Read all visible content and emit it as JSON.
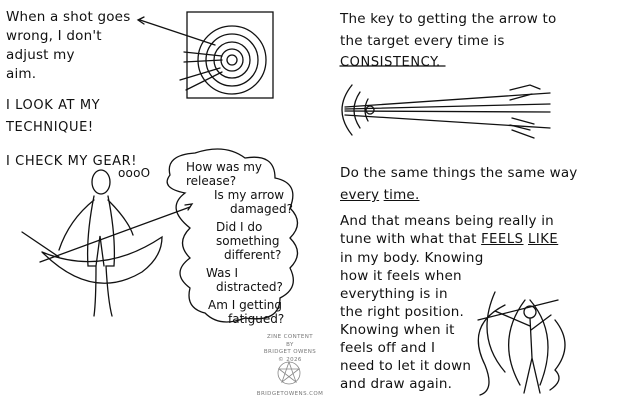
{
  "left": {
    "intro": [
      "When a shot goes",
      "wrong, I don't",
      "adjust my",
      "aim."
    ],
    "technique": [
      "I LOOK AT MY",
      "TECHNIQUE!"
    ],
    "gear": "I CHECK MY GEAR!",
    "thought_bubble": [
      "How was my",
      "release?",
      "Is my arrow",
      "damaged?",
      "Did I do",
      "something",
      "different?",
      "Was I",
      "distracted?",
      "Am I getting",
      "fatigued?"
    ],
    "thought_dots": "oooO"
  },
  "right": {
    "key_line1": "The key to getting the arrow to",
    "key_line2": "the target every time is",
    "consistency": "CONSISTENCY.",
    "same_line1": "Do the same things the same way",
    "same_every": "every",
    "same_time": "time.",
    "feel_line1": "And that means being really in",
    "feel_line2a": "tune with what that",
    "feel_feels": "FEELS",
    "feel_like": "LIKE",
    "feel_rest": [
      "in my body. Knowing",
      "how it feels when",
      "everything is in",
      "the right position.",
      "Knowing when it",
      "feels off and I",
      "need to let it down",
      "and draw again."
    ]
  },
  "credits": {
    "lines": [
      "ZINE CONTENT",
      "BY",
      "BRIDGET OWENS",
      "© 2026"
    ],
    "website": "BRIDGETOWENS.COM"
  }
}
